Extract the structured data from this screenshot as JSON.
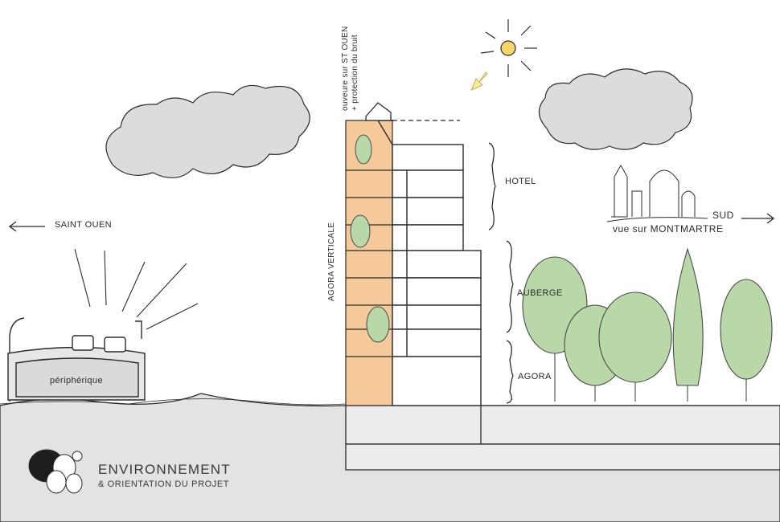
{
  "labels": {
    "saint_ouen": "SAINT OUEN",
    "peripherique": "périphérique",
    "opening_line1": "ouveure sur ST OUEN",
    "opening_line2": "+ protection du bruit",
    "agora_verticale": "AGORA VERTICALE",
    "hotel": "HOTEL",
    "auberge": "AUBERGE",
    "agora": "AGORA",
    "sud": "SUD",
    "montmartre": "vue sur MONTMARTRE"
  },
  "legend": {
    "title": "ENVIRONNEMENT",
    "subtitle": "& ORIENTATION DU PROJET"
  },
  "colors": {
    "stroke": "#2b2b2b",
    "ground": "#e3e3e3",
    "cloud": "#dcdcdc",
    "tree": "#b9d8a8",
    "tree_stroke": "#4a4a4a",
    "agora_band": "#f6c99a",
    "sun": "#f5d46a"
  },
  "icons": {
    "sun": "sun-icon",
    "arrow_left": "arrow-left-icon",
    "arrow_right": "arrow-right-icon",
    "legend_logo": "tree-cluster-icon"
  }
}
